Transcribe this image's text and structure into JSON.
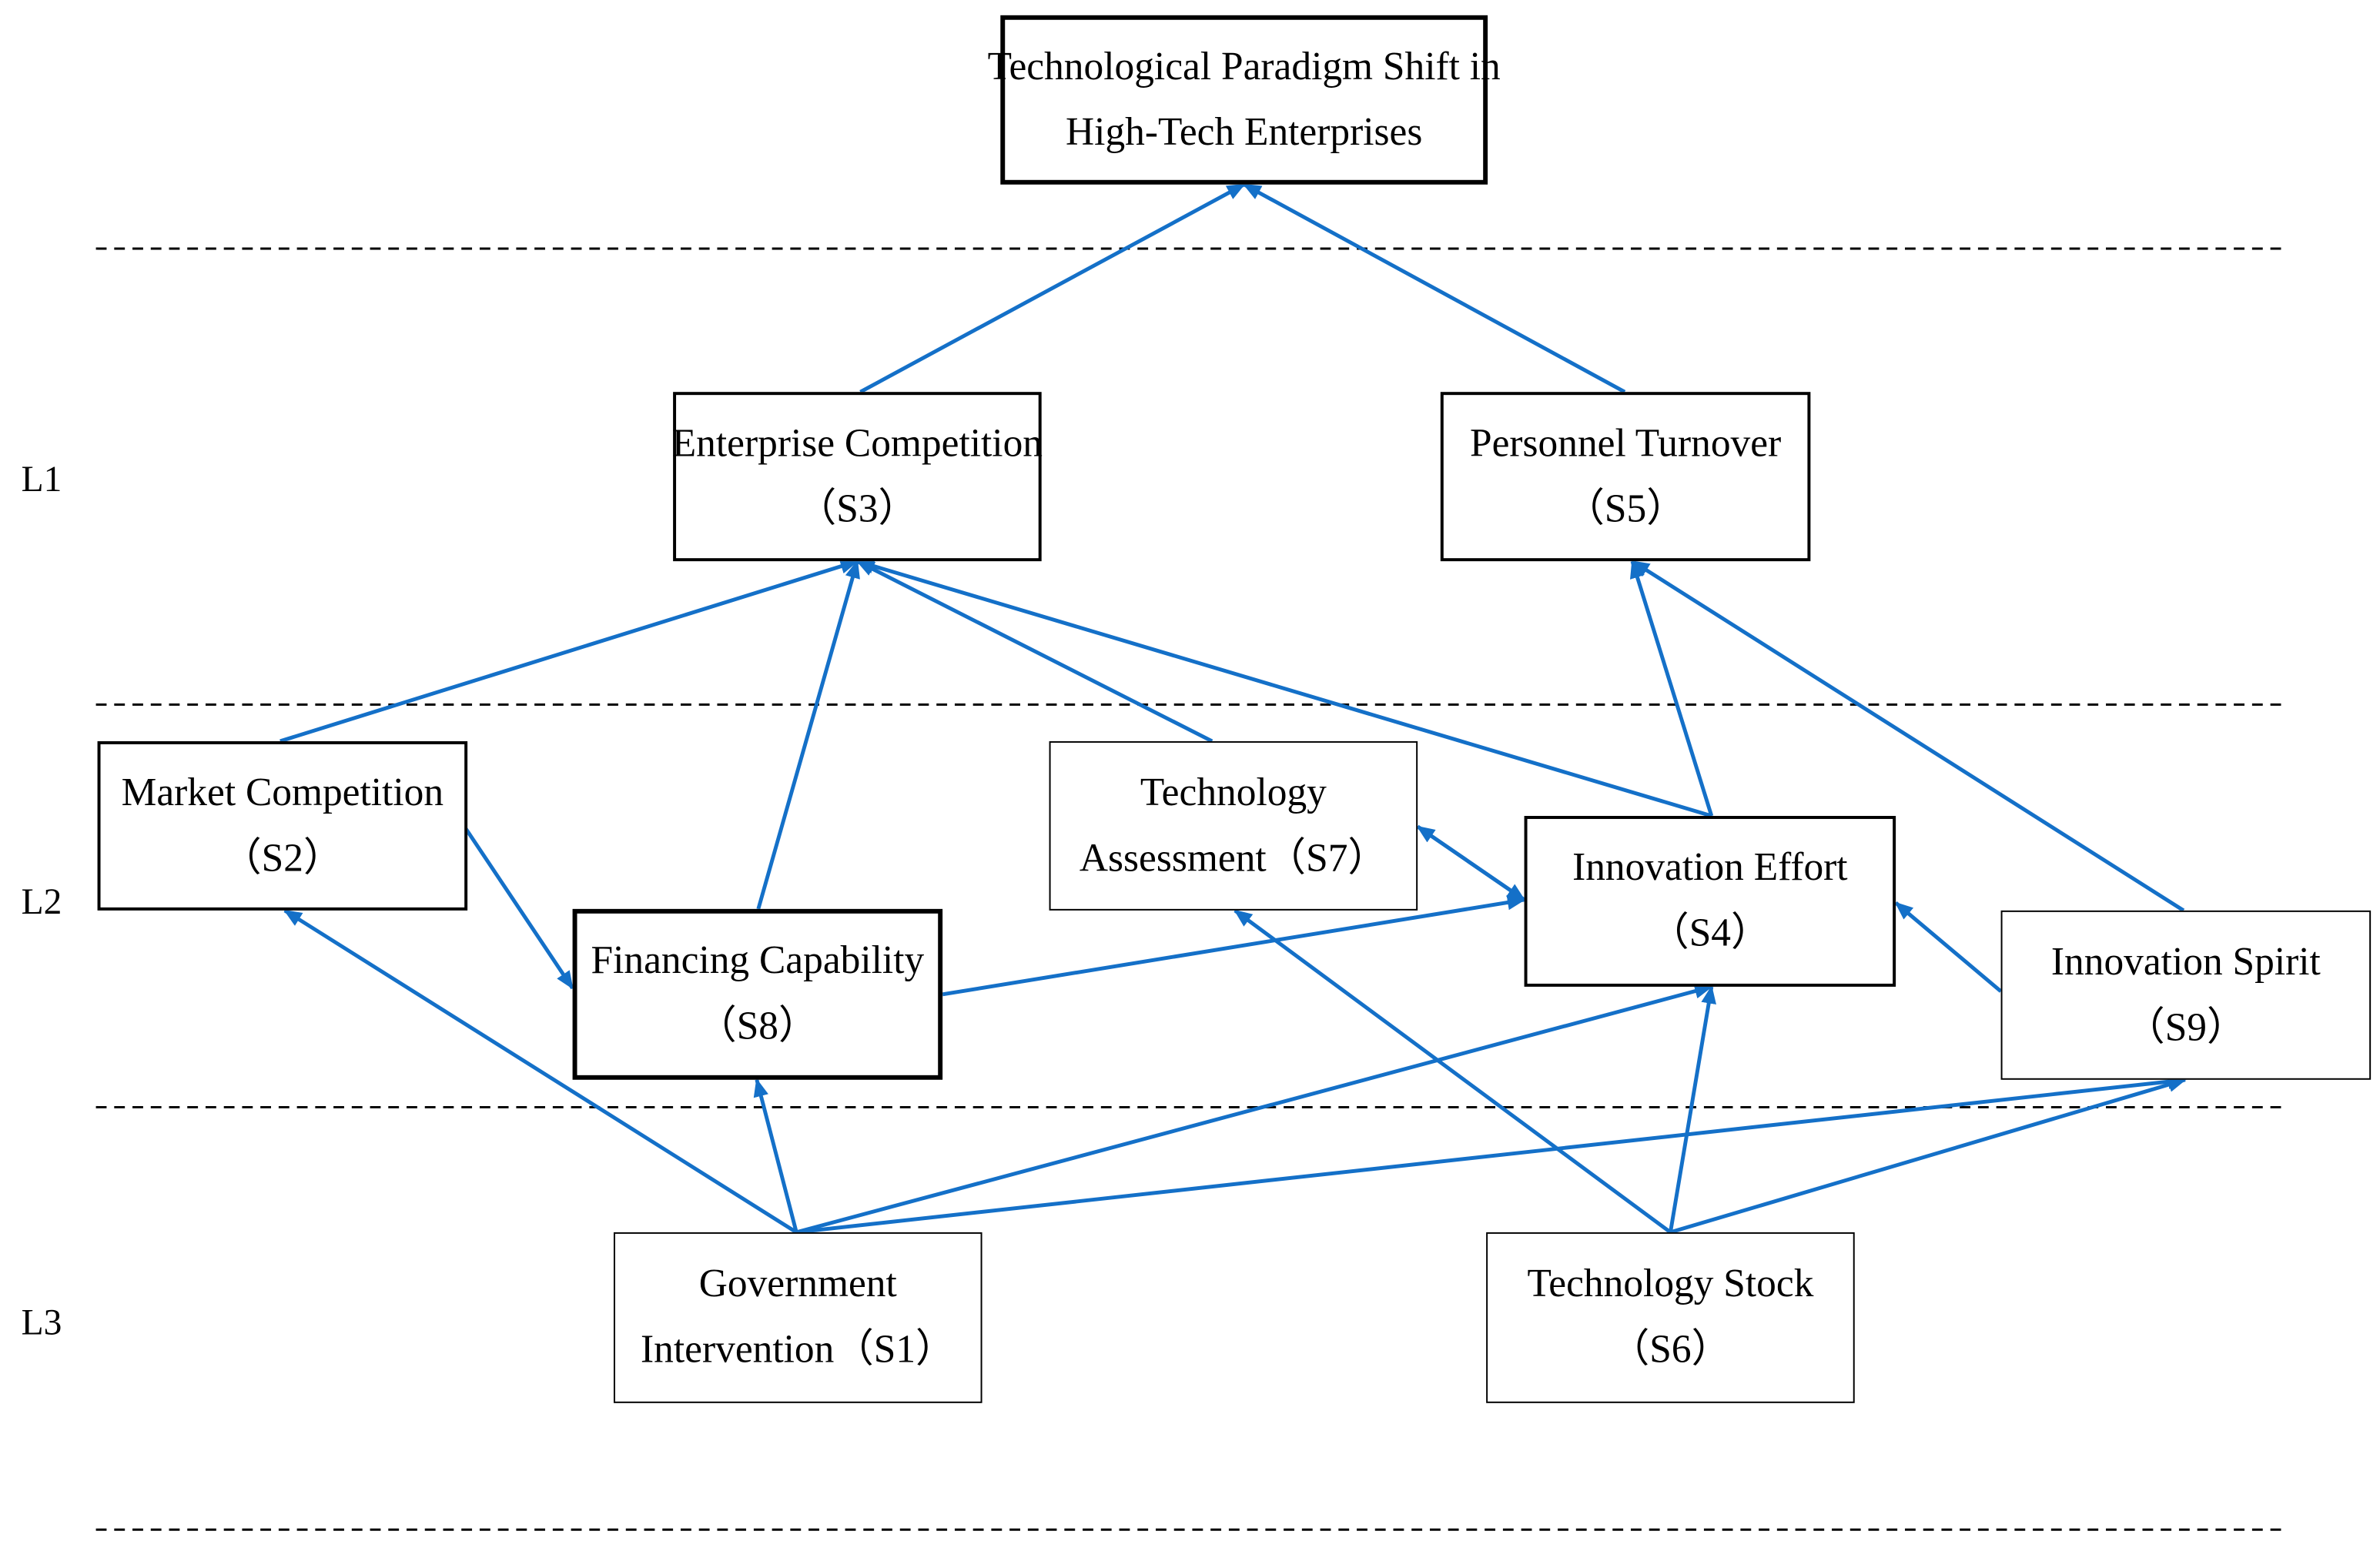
{
  "title_lines": [
    "Technological Paradigm Shift in",
    "High-Tech Enterprises"
  ],
  "levels": [
    "L1",
    "L2",
    "L3"
  ],
  "nodes": {
    "s3": [
      "Enterprise Competition",
      "（S3）"
    ],
    "s5": [
      "Personnel Turnover",
      "（S5）"
    ],
    "s2": [
      "Market Competition",
      "（S2）"
    ],
    "s7": [
      "Technology",
      "Assessment（S7）"
    ],
    "s4": [
      "Innovation Effort",
      "（S4）"
    ],
    "s8": [
      "Financing Capability",
      "（S8）"
    ],
    "s9": [
      "Innovation Spirit",
      "（S9）"
    ],
    "s1": [
      "Government",
      "Intervention（S1）"
    ],
    "s6": [
      "Technology Stock",
      "（S6）"
    ]
  },
  "edges": [
    {
      "from": "s3",
      "to": "top"
    },
    {
      "from": "s5",
      "to": "top"
    },
    {
      "from": "s2",
      "to": "s3"
    },
    {
      "from": "s8",
      "to": "s3"
    },
    {
      "from": "s7",
      "to": "s3"
    },
    {
      "from": "s4",
      "to": "s3"
    },
    {
      "from": "s4",
      "to": "s5"
    },
    {
      "from": "s9",
      "to": "s5"
    },
    {
      "from": "s2",
      "to": "s8"
    },
    {
      "from": "s8",
      "to": "s4"
    },
    {
      "from": "s4",
      "to": "s7",
      "bidirectional": true
    },
    {
      "from": "s9",
      "to": "s4"
    },
    {
      "from": "s1",
      "to": "s2"
    },
    {
      "from": "s1",
      "to": "s8"
    },
    {
      "from": "s1",
      "to": "s4"
    },
    {
      "from": "s1",
      "to": "s9"
    },
    {
      "from": "s6",
      "to": "s7"
    },
    {
      "from": "s6",
      "to": "s4"
    },
    {
      "from": "s6",
      "to": "s9"
    }
  ],
  "colors": {
    "arrow": "#1470c8",
    "box_border": "#000000",
    "separator": "#000000"
  }
}
